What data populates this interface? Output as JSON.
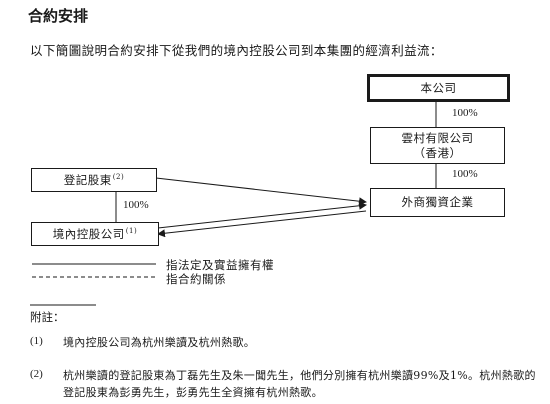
{
  "title": "合約安排",
  "intro": "以下簡圖說明合約安排下從我們的境內控股公司到本集團的經濟利益流：",
  "diagram": {
    "company": "本公司",
    "yuncun_line1": "雲村有限公司",
    "yuncun_line2": "（香港）",
    "wfoe": "外商獨資企業",
    "registered_shareholders": "登記股東",
    "registered_shareholders_note": "(2)",
    "onshore_holdco": "境內控股公司",
    "onshore_holdco_note": "(1)",
    "pct_company_yuncun": "100%",
    "pct_yuncun_wfoe": "100%",
    "pct_shareholders_onshore": "100%"
  },
  "legend": {
    "solid": "指法定及實益擁有權",
    "dashed": "指合約關係"
  },
  "notes": {
    "label": "附註：",
    "items": [
      {
        "num": "(1)",
        "text": "境內控股公司為杭州樂讀及杭州熱歌。"
      },
      {
        "num": "(2)",
        "text": "杭州樂讀的登記股東為丁磊先生及朱一聞先生，他們分別擁有杭州樂讀99%及1%。杭州熱歌的登記股東為彭勇先生，彭勇先生全資擁有杭州熱歌。"
      }
    ]
  }
}
